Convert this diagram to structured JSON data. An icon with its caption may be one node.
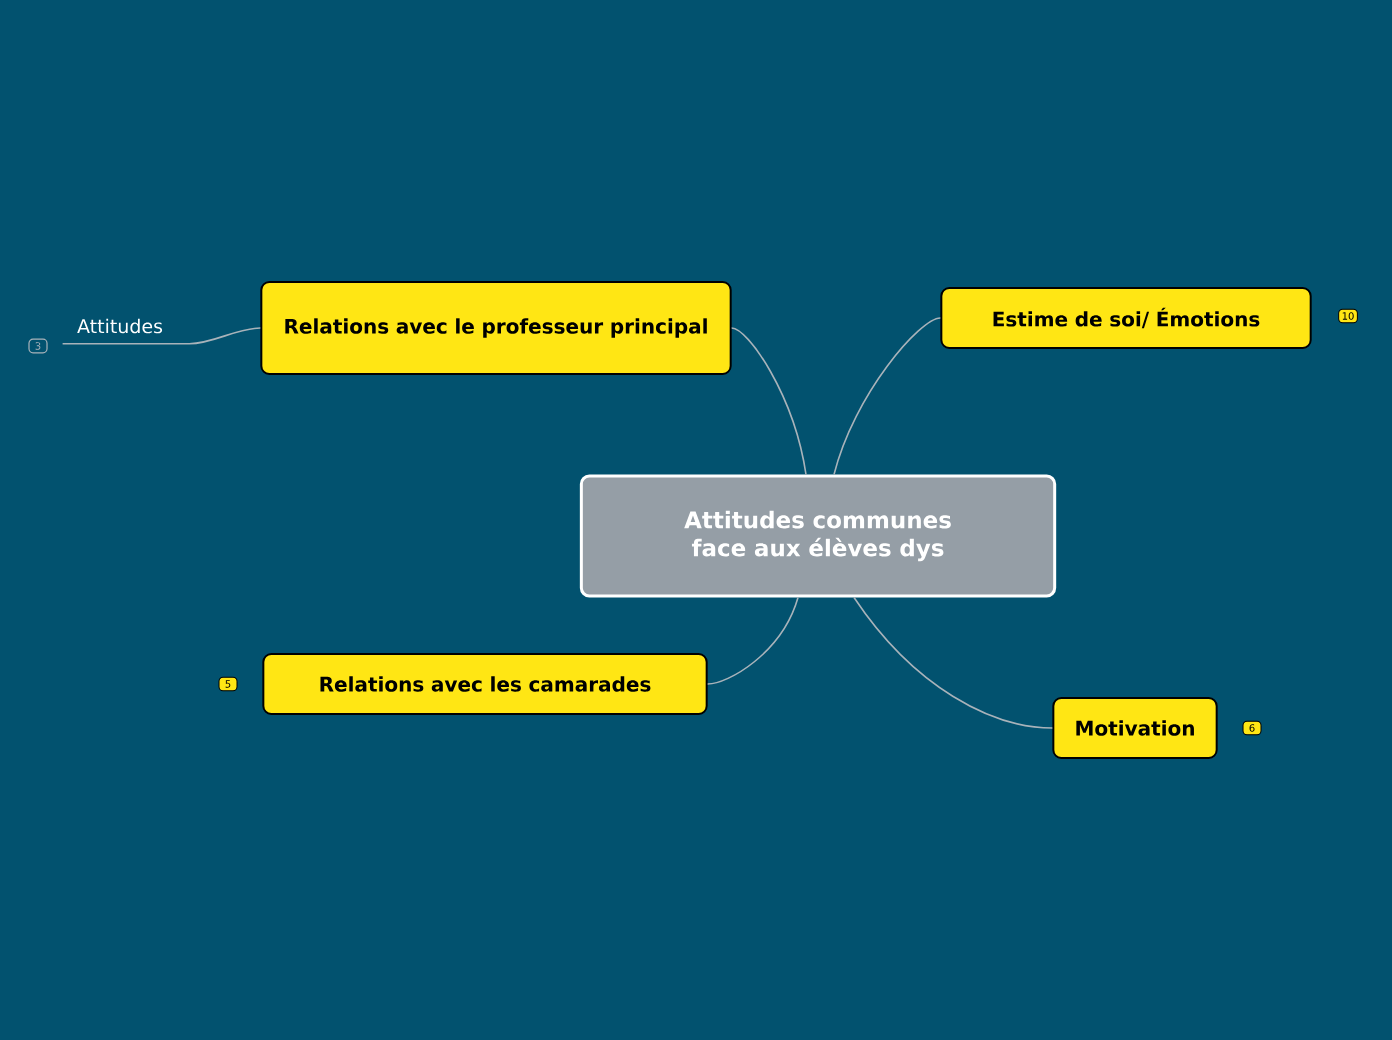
{
  "diagram": {
    "nodes": [
      {
        "text": [
          "Attitudes communes face aux élèves dys"
        ]
      },
      {
        "text": [
          "Relations avec le professeur principal"
        ]
      },
      {
        "text": [
          "Estime de soi/ Émotions"
        ]
      },
      {
        "text": [
          "Relations avec les camarades"
        ]
      },
      {
        "text": [
          "Motivation"
        ]
      },
      {
        "text": [
          "Attitudes"
        ]
      }
    ],
    "edges": [
      {
        "from": 0,
        "to": 1,
        "arrow": "none"
      },
      {
        "from": 0,
        "to": 2,
        "arrow": "none"
      },
      {
        "from": 0,
        "to": 3,
        "arrow": "none"
      },
      {
        "from": 0,
        "to": 4,
        "arrow": "none"
      },
      {
        "from": 1,
        "to": 5,
        "arrow": "none"
      }
    ],
    "labels": [
      "3",
      "10",
      "5",
      "6"
    ]
  }
}
